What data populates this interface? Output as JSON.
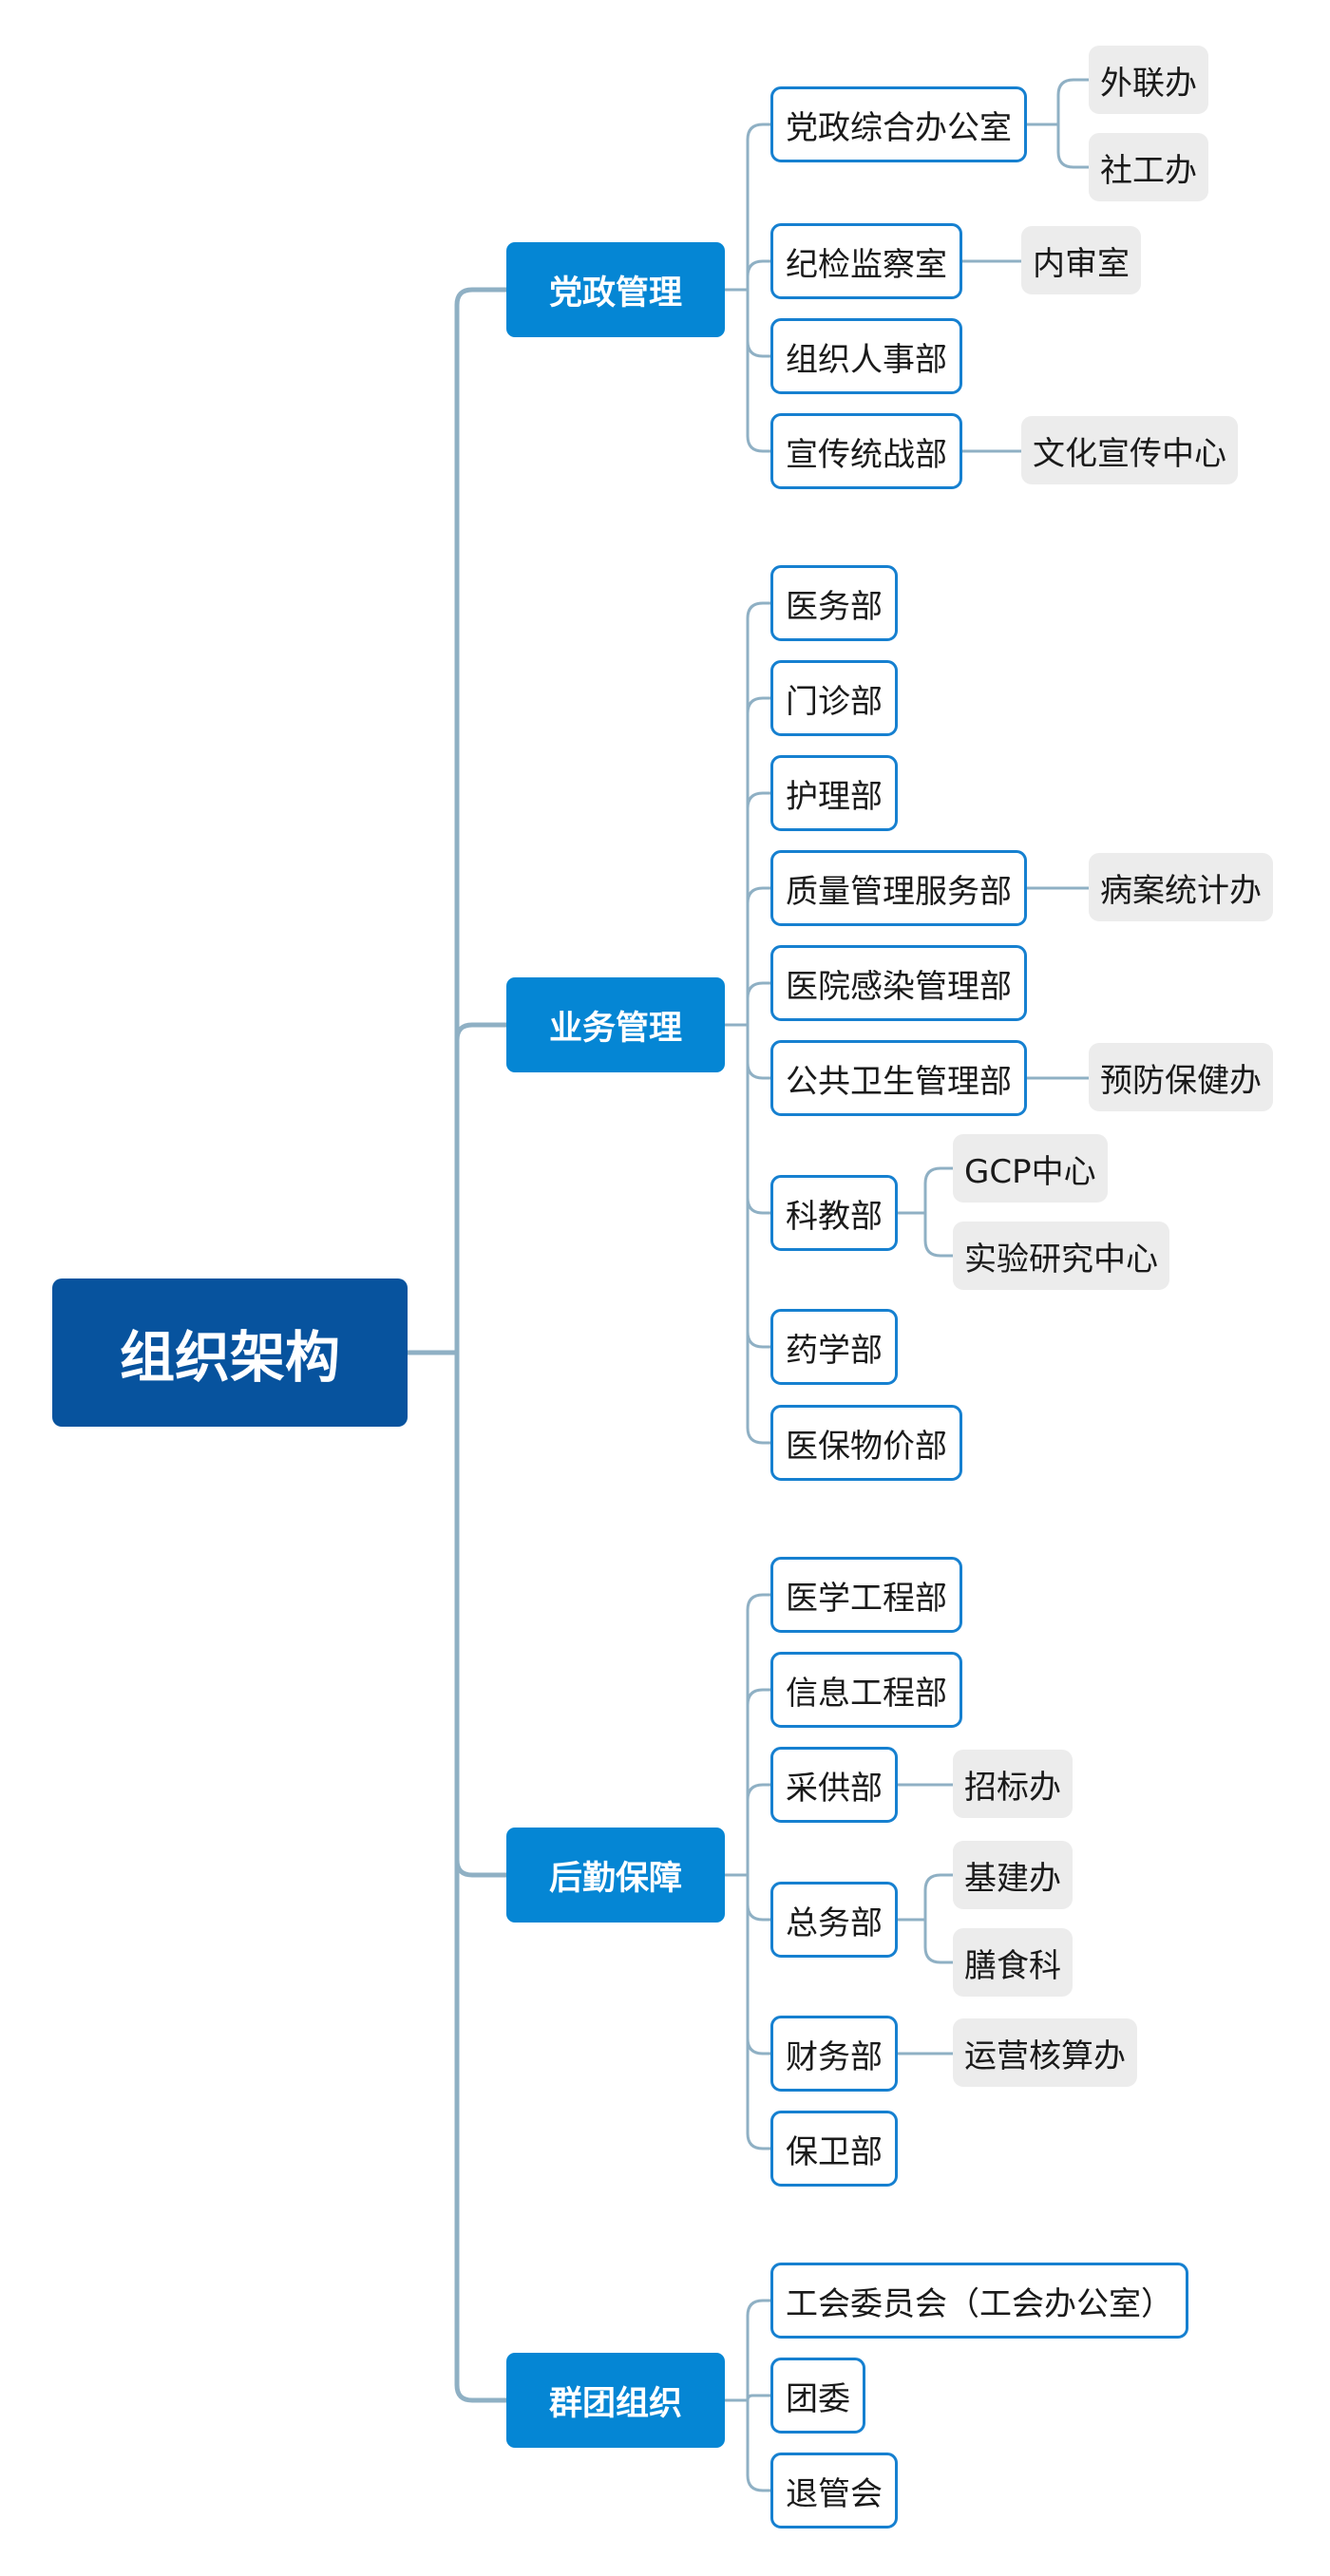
{
  "root": {
    "label": "组织架构"
  },
  "colors": {
    "root": "#07539e",
    "group": "#0586d4",
    "unit_border": "#1680d0",
    "sub_bg": "#ececec",
    "connector": "#8fb0c4"
  },
  "groups": [
    {
      "label": "党政管理",
      "units": [
        {
          "label": "党政综合办公室",
          "subs": [
            "外联办",
            "社工办"
          ]
        },
        {
          "label": "纪检监察室",
          "subs": [
            "内审室"
          ]
        },
        {
          "label": "组织人事部",
          "subs": []
        },
        {
          "label": "宣传统战部",
          "subs": [
            "文化宣传中心"
          ]
        }
      ]
    },
    {
      "label": "业务管理",
      "units": [
        {
          "label": "医务部",
          "subs": []
        },
        {
          "label": "门诊部",
          "subs": []
        },
        {
          "label": "护理部",
          "subs": []
        },
        {
          "label": "质量管理服务部",
          "subs": [
            "病案统计办"
          ]
        },
        {
          "label": "医院感染管理部",
          "subs": []
        },
        {
          "label": "公共卫生管理部",
          "subs": [
            "预防保健办"
          ]
        },
        {
          "label": "科教部",
          "subs": [
            "GCP中心",
            "实验研究中心"
          ]
        },
        {
          "label": "药学部",
          "subs": []
        },
        {
          "label": "医保物价部",
          "subs": []
        }
      ]
    },
    {
      "label": "后勤保障",
      "units": [
        {
          "label": "医学工程部",
          "subs": []
        },
        {
          "label": "信息工程部",
          "subs": []
        },
        {
          "label": "采供部",
          "subs": [
            "招标办"
          ]
        },
        {
          "label": "总务部",
          "subs": [
            "基建办",
            "膳食科"
          ]
        },
        {
          "label": "财务部",
          "subs": [
            "运营核算办"
          ]
        },
        {
          "label": "保卫部",
          "subs": []
        }
      ]
    },
    {
      "label": "群团组织",
      "units": [
        {
          "label": "工会委员会（工会办公室）",
          "subs": []
        },
        {
          "label": "团委",
          "subs": []
        },
        {
          "label": "退管会",
          "subs": []
        }
      ]
    }
  ]
}
